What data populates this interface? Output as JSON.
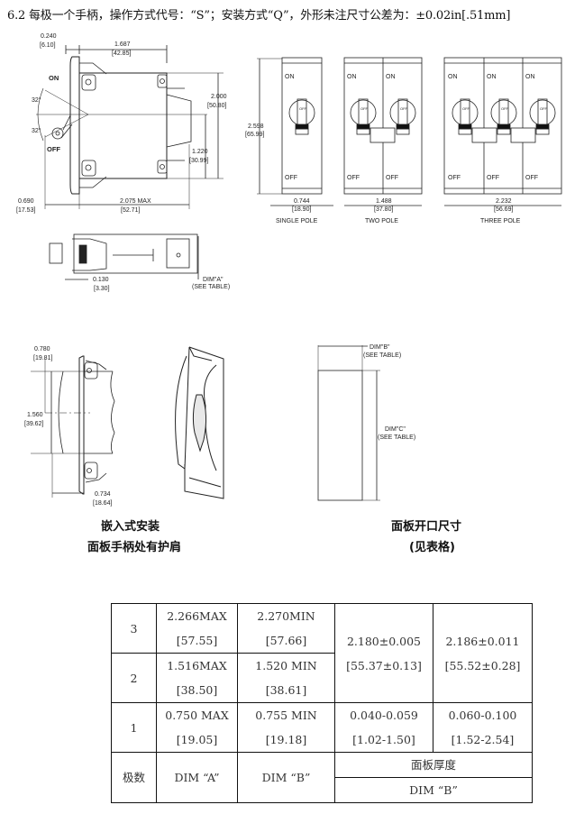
{
  "heading": "6.2 每极一个手柄，操作方式代号：“S”；安装方式“Q”，外形未注尺寸公差为：±0.02in[.51mm]",
  "side_view": {
    "dim_0240": "0.240",
    "dim_0240_mm": "[6.10]",
    "dim_1687": "1.687",
    "dim_1687_mm": "[42.85]",
    "on": "ON",
    "off": "OFF",
    "angle_top": "32°",
    "angle_bottom": "32°",
    "dim_2000": "2.000",
    "dim_2000_mm": "[50.80]",
    "dim_1220": "1.220",
    "dim_1220_mm": "[30.99]",
    "dim_0690": "0.690",
    "dim_0690_mm": "[17.53]",
    "dim_2075": "2.075 MAX",
    "dim_2075_mm": "[52.71]"
  },
  "top_view": {
    "dim_0130": "0.130",
    "dim_0130_mm": "[3.30]",
    "dim_a": "DIM\"A\"",
    "dim_a_note": "(SEE TABLE)"
  },
  "front_views": {
    "height": "2.598",
    "height_mm": "[65.99]",
    "on": "ON",
    "off": "OFF",
    "handle_off": "OFF",
    "single": {
      "width": "0.744",
      "width_mm": "[18.90]",
      "label": "SINGLE POLE"
    },
    "two": {
      "width": "1.488",
      "width_mm": "[37.80]",
      "label": "TWO POLE"
    },
    "three": {
      "width": "2.232",
      "width_mm": "[56.69]",
      "label": "THREE POLE"
    }
  },
  "flush_mount": {
    "dim_0780": "0.780",
    "dim_0780_mm": "[19.81]",
    "dim_1560": "1.560",
    "dim_1560_mm": "[39.62]",
    "dim_0734": "0.734",
    "dim_0734_mm": "[18.64]",
    "caption_1": "嵌入式安装",
    "caption_2": "面板手柄处有护肩"
  },
  "cutout": {
    "dim_b": "DIM\"B\"",
    "dim_b_note": "(SEE TABLE)",
    "dim_c": "DIM\"C\"",
    "dim_c_note": "(SEE TABLE)",
    "caption_1": "面板开口尺寸",
    "caption_2": "(见表格)"
  },
  "table": {
    "rows": [
      {
        "poles": "3",
        "dim_a": "2.266MAX",
        "dim_a_mm": "[57.55]",
        "dim_b": "2.270MIN",
        "dim_b_mm": "[57.66]"
      },
      {
        "poles": "2",
        "dim_a": "1.516MAX",
        "dim_a_mm": "[38.50]",
        "dim_b": "1.520 MIN",
        "dim_b_mm": "[38.61]"
      },
      {
        "poles": "1",
        "dim_a": "0.750 MAX",
        "dim_a_mm": "[19.05]",
        "dim_b": "0.755 MIN",
        "dim_b_mm": "[19.18]"
      }
    ],
    "dim_c_multi_1": "2.180±0.005",
    "dim_c_multi_1_mm": "[55.37±0.13]",
    "dim_c_multi_2": "2.186±0.011",
    "dim_c_multi_2_mm": "[55.52±0.28]",
    "thick_1": "0.040-0.059",
    "thick_1_mm": "[1.02-1.50]",
    "thick_2": "0.060-0.100",
    "thick_2_mm": "[1.52-2.54]",
    "header_poles": "极数",
    "header_dim_a": "DIM “A”",
    "header_dim_b": "DIM “B”",
    "header_panel_thickness": "面板厚度",
    "header_panel_dim_b": "DIM “B”"
  }
}
